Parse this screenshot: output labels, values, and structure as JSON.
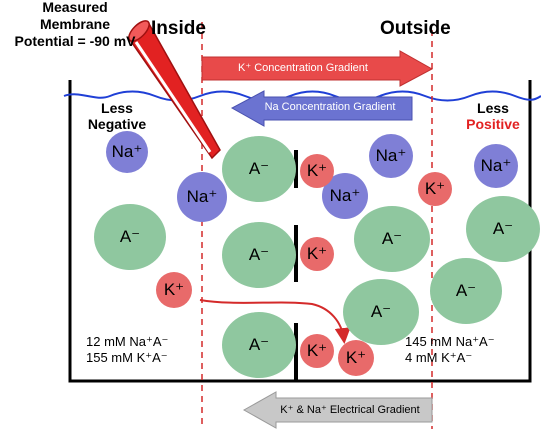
{
  "labels": {
    "measured_line1": "Measured",
    "measured_line2": "Membrane",
    "measured_line3": "Potential = -90 mV",
    "inside": "Inside",
    "outside": "Outside",
    "less_left_1": "Less",
    "less_left_2": "Negative",
    "less_right_1": "Less",
    "less_right_2": "Positive"
  },
  "arrows": {
    "k_conc": "K⁺ Concentration Gradient",
    "na_conc": "Na Concentration Gradient",
    "electrical": "K⁺ & Na⁺ Electrical Gradient"
  },
  "ions": {
    "na": "Na⁺",
    "k": "K⁺",
    "a": "A⁻"
  },
  "concentrations": {
    "inside_line1": "12 mM Na⁺A⁻",
    "inside_line2": "155 mM K⁺A⁻",
    "outside_line1": "145 mM Na⁺A⁻",
    "outside_line2": "4 mM K⁺A⁻"
  },
  "colors": {
    "na_fill": "#7f7fd6",
    "k_fill": "#e86a6a",
    "a_fill": "#8fc79f",
    "water_line": "#1f3fd6",
    "dashed_line": "#d42a2a",
    "red_arrow": "#e84a4a",
    "blue_arrow": "#6b73d1",
    "gray_arrow": "#c8c8c8",
    "positive_text": "#e22222"
  }
}
